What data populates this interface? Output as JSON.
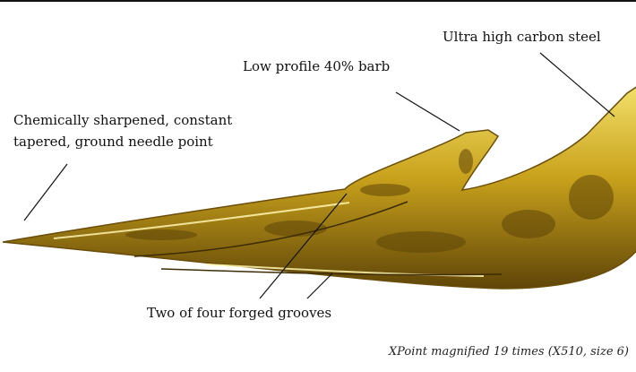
{
  "labels": {
    "steel": "Ultra high carbon steel",
    "barb": "Low profile 40% barb",
    "point_line1": "Chemically sharpened, constant",
    "point_line2": "tapered, ground needle point",
    "grooves": "Two of four forged grooves"
  },
  "caption": "XPoint magnified 19 times  (X510, size 6)",
  "colors": {
    "metal_light": "#f2e06a",
    "metal_mid": "#c9a21c",
    "metal_dark": "#5f4508",
    "leader": "#111111"
  }
}
